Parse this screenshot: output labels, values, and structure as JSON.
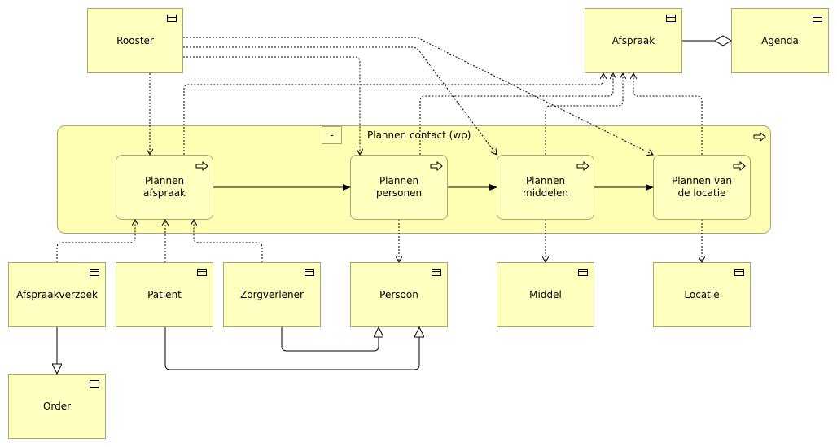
{
  "group": {
    "title": "Plannen contact (wp)",
    "collapse_label": "-"
  },
  "objects": {
    "rooster": "Rooster",
    "afspraak": "Afspraak",
    "agenda": "Agenda",
    "afspraakverzoek": "Afspraakverzoek",
    "patient": "Patient",
    "zorgverlener": "Zorgverlener",
    "persoon": "Persoon",
    "middel": "Middel",
    "locatie": "Locatie",
    "order": "Order"
  },
  "processes": {
    "plannen_afspraak": "Plannen afspraak",
    "plannen_personen": "Plannen personen",
    "plannen_middelen": "Plannen middelen",
    "plannen_locatie": "Plannen van  de locatie"
  }
}
